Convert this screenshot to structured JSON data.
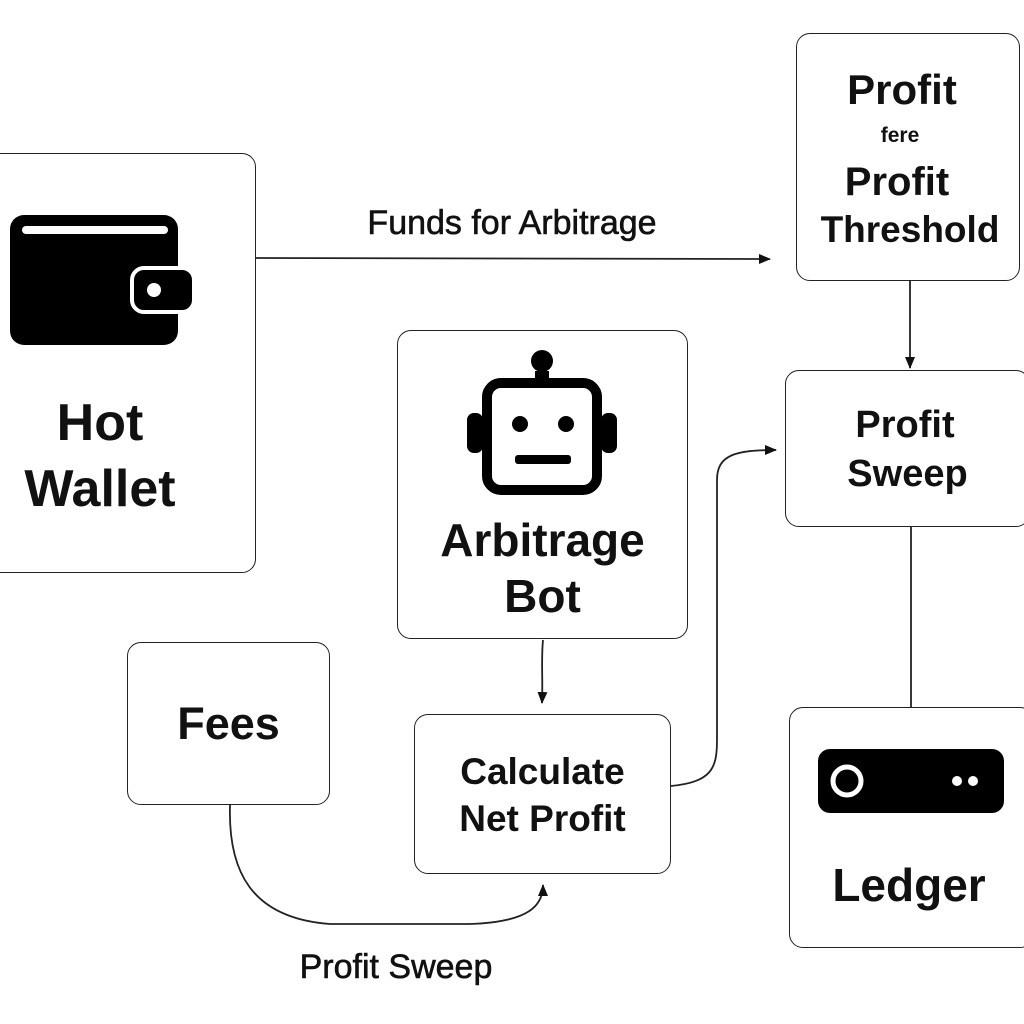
{
  "nodes": {
    "hot_wallet": {
      "line1": "Hot",
      "line2": "Wallet",
      "icon": "wallet-icon"
    },
    "profit_threshold": {
      "line1": "Profit",
      "line2": "fere",
      "line3": "Profit",
      "line4": "Threshold"
    },
    "arbitrage_bot": {
      "line1": "Arbitrage",
      "line2": "Bot",
      "icon": "robot-icon"
    },
    "profit_sweep": {
      "line1": "Profit",
      "line2": "Sweep"
    },
    "fees": {
      "label": "Fees"
    },
    "calculate_net_profit": {
      "line1": "Calculate",
      "line2": "Net Profit"
    },
    "ledger": {
      "label": "Ledger",
      "icon": "hardware-wallet-icon"
    }
  },
  "edges": {
    "funds_for_arbitrage": {
      "label": "Funds for Arbitrage"
    },
    "profit_sweep_bottom": {
      "label": "Profit Sweep"
    }
  },
  "colors": {
    "stroke": "#222222",
    "text": "#111111",
    "background": "#ffffff",
    "icon_fill": "#000000"
  }
}
